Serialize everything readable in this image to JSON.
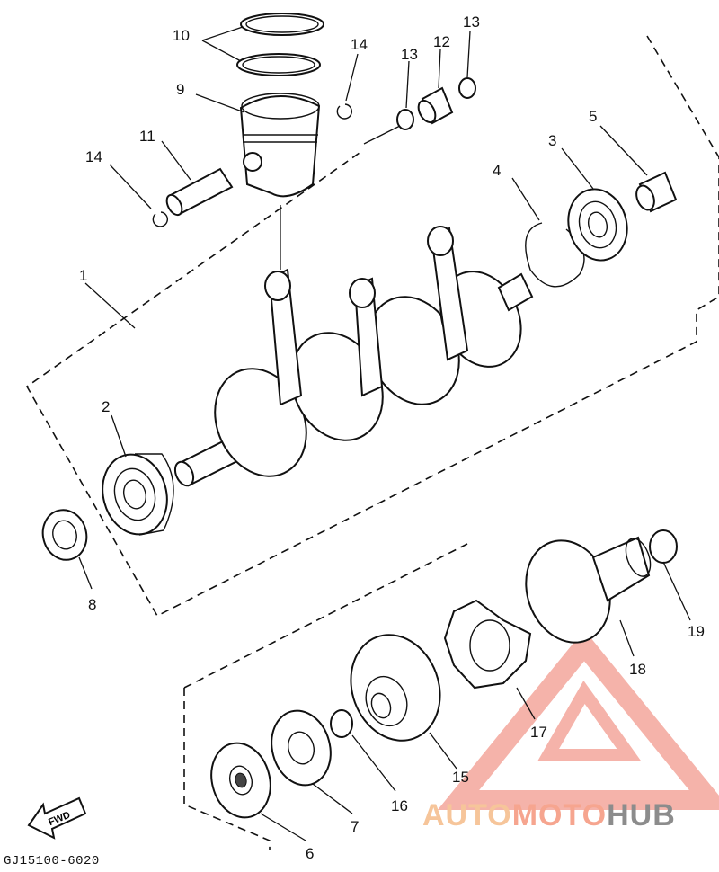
{
  "diagram": {
    "callouts": [
      "1",
      "2",
      "3",
      "4",
      "5",
      "6",
      "7",
      "8",
      "9",
      "10",
      "11",
      "12",
      "13",
      "13",
      "14",
      "14",
      "15",
      "16",
      "17",
      "18",
      "19"
    ],
    "fwd_label": "FWD",
    "part_code": "GJ15100-6020"
  },
  "watermark": {
    "part1": "AUTO",
    "part2": "MOTO",
    "part3": "HUB",
    "colors": {
      "auto": "#f6c59a",
      "moto": "#f6a58f",
      "hub": "#8c8c8c",
      "logo": "#f29a8e"
    }
  }
}
